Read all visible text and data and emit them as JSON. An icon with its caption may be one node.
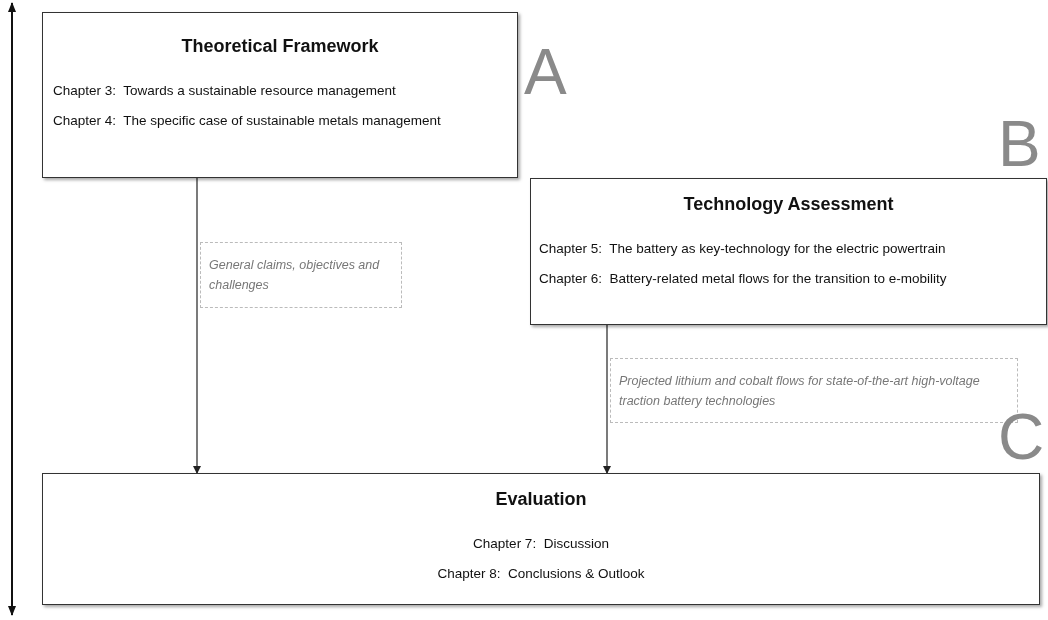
{
  "diagram": {
    "nodes": [
      {
        "text": [
          "Theoretical Framework",
          "Chapter 3:  Towards a sustainable resource management",
          "Chapter 4:  The specific case of sustainable metals management"
        ],
        "beside": [
          "A"
        ]
      },
      {
        "text": [
          "Technology Assessment",
          "Chapter 5:  The battery as key-technology for the electric powertrain",
          "Chapter 6:  Battery-related metal flows for the transition to e-mobility"
        ],
        "beside": [
          "B"
        ]
      },
      {
        "text": [
          "Evaluation",
          "Chapter 7:  Discussion",
          "Chapter 8:  Conclusions & Outlook"
        ],
        "beside": [
          "C"
        ]
      }
    ],
    "edges": [
      {
        "from": 0,
        "to": 2,
        "arrow": "to",
        "label": "General claims, objectives and challenges"
      },
      {
        "from": 1,
        "to": 2,
        "arrow": "to",
        "label": "Projected lithium and cobalt flows for state-of-the-art high-voltage traction battery technologies"
      }
    ]
  }
}
